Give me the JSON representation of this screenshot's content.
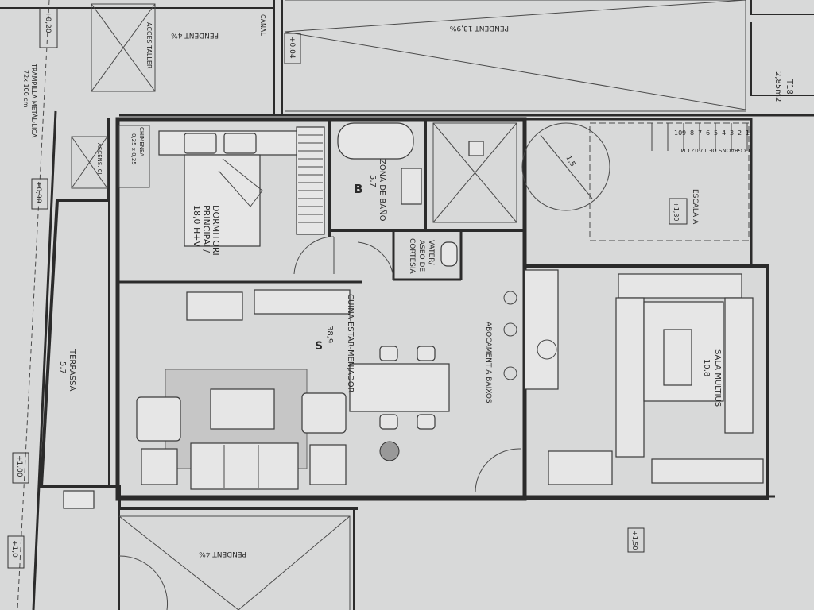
{
  "labels": {
    "dormitori": [
      "DORMITORI",
      "PRINCIPAL/",
      "18,0 H+V"
    ],
    "zona_bany": [
      "ZONA DE BAÑO",
      "5,7",
      "B"
    ],
    "vater": [
      "VATER/",
      "ASEO DE",
      "CORTESIA"
    ],
    "cuina": [
      "CUINA-ESTAR-MENJADOR",
      "38,9",
      "S"
    ],
    "terrassa": [
      "TERRASSA",
      "5,7"
    ],
    "sala": [
      "SALA MULTIUS",
      "10,8"
    ],
    "abocament": "ABOCAMENT A BAIXOS",
    "escala": "ESCALA A",
    "t18": [
      "T18",
      "2,85m2"
    ],
    "pendent_top_left": "PENDENT 4%",
    "pendent_top_right": "PENDENT 13,9%",
    "pendent_bottom": "PENDENT 4%",
    "canal": "CANAL",
    "accessos": "ACCES TALLER",
    "trampilla": [
      "TRAMPILLA METÀL·LICA",
      "72x 100 cm"
    ],
    "level_020": "+0,20",
    "level_004": "+0,04",
    "level_090": "+0,90",
    "level_100": "+1,00",
    "level_top_bottom": "+1,0",
    "level_150": "+1,50",
    "level_130": "+1,30",
    "diameter": "1,5",
    "stair_caption": "13 GRAONS DE 17,02 CM",
    "stair_numbers": [
      "10",
      "9",
      "8",
      "7",
      "6",
      "5",
      "4",
      "3",
      "2",
      "1"
    ],
    "chimney_left": "ASCENS. CI",
    "chimney_mid": [
      "CHIMENEA",
      "0,25 x 0,25"
    ]
  }
}
